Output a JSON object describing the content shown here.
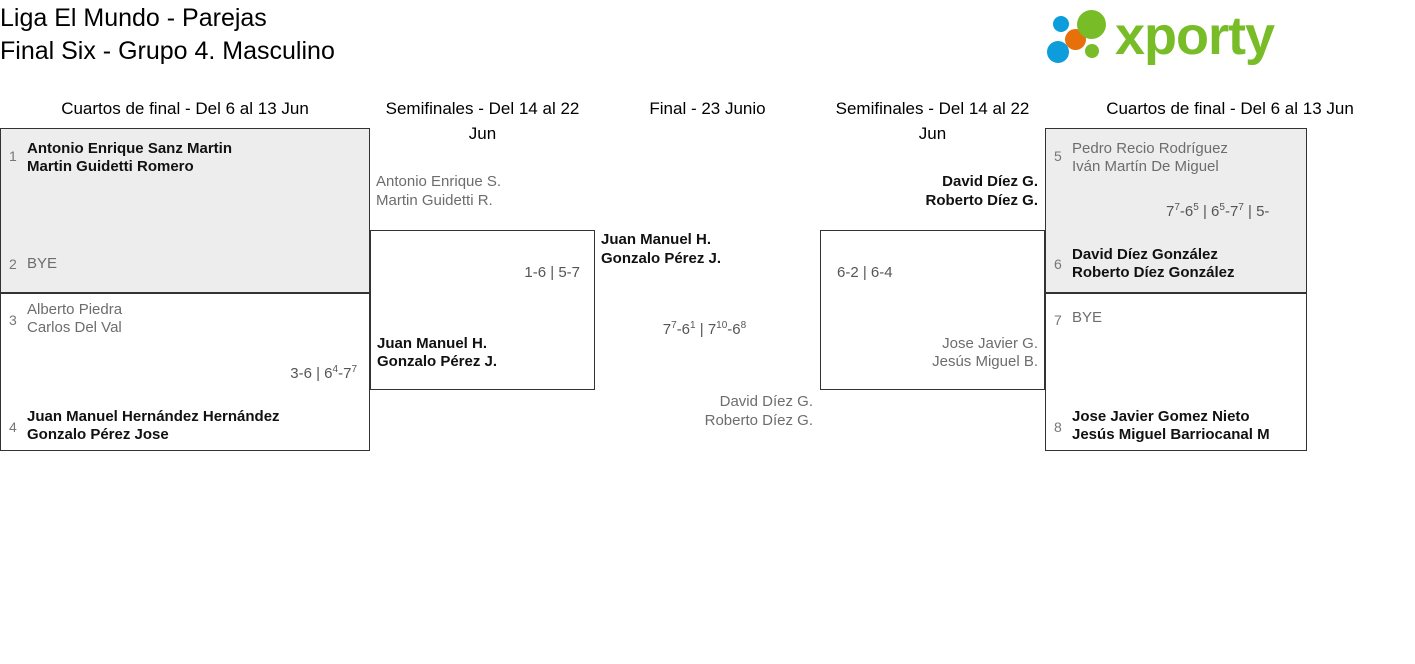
{
  "header": {
    "title_line1": "Liga El Mundo - Parejas",
    "title_line2": "Final Six - Grupo 4. Masculino",
    "logo_word": "xporty",
    "logo_colors": {
      "green": "#78bc28",
      "blue": "#0d9ddb",
      "orange": "#e8700a"
    }
  },
  "rounds": [
    {
      "id": "qf-left",
      "label": "Cuartos de final - Del 6 al 13 Jun"
    },
    {
      "id": "sf-left",
      "label": "Semifinales - Del 14 al 22 Jun"
    },
    {
      "id": "final",
      "label": "Final - 23 Junio"
    },
    {
      "id": "sf-right",
      "label": "Semifinales - Del 14 al 22 Jun"
    },
    {
      "id": "qf-right",
      "label": "Cuartos de final - Del 6 al 13 Jun"
    }
  ],
  "matches": {
    "qf1": {
      "seed_top": "1",
      "top_p1": "Antonio Enrique Sanz Martin",
      "top_p2": "Martin Guidetti Romero",
      "seed_bottom": "2",
      "bottom_p1": "BYE",
      "score": ""
    },
    "qf2": {
      "seed_top": "3",
      "top_p1": "Alberto Piedra",
      "top_p2": "Carlos Del Val",
      "seed_bottom": "4",
      "bottom_p1": "Juan Manuel Hernández Hernández",
      "bottom_p2": "Gonzalo Pérez Jose",
      "score_html": "3-6 | 6<sup>4</sup>-7<sup>7</sup>",
      "score_text": "3-6 | 6(4)-7(7)"
    },
    "sf1": {
      "top_p1": "Antonio Enrique S.",
      "top_p2": "Martin Guidetti R.",
      "bottom_p1": "Juan Manuel H.",
      "bottom_p2": "Gonzalo Pérez J.",
      "score_html": "1-6 | 5-7",
      "score_text": "1-6 | 5-7"
    },
    "final": {
      "top_p1": "Juan Manuel H.",
      "top_p2": "Gonzalo Pérez J.",
      "bottom_p1": "David Díez G.",
      "bottom_p2": "Roberto Díez G.",
      "score_html": "7<sup>7</sup>-6<sup>1</sup> | 7<sup>10</sup>-6<sup>8</sup>",
      "score_text": "7(7)-6(1) | 7(10)-6(8)"
    },
    "sf2": {
      "top_p1": "David Díez G.",
      "top_p2": "Roberto Díez G.",
      "bottom_p1": "Jose Javier G.",
      "bottom_p2": "Jesús Miguel B.",
      "score_html": "6-2 | 6-4",
      "score_text": "6-2 | 6-4"
    },
    "qf3": {
      "seed_top": "5",
      "top_p1": "Pedro Recio Rodríguez",
      "top_p2": "Iván Martín De Miguel",
      "seed_bottom": "6",
      "bottom_p1": "David Díez González",
      "bottom_p2": "Roberto Díez González",
      "score_html": "7<sup>7</sup>-6<sup>5</sup> | 6<sup>5</sup>-7<sup>7</sup> | 5-",
      "score_text": "7(7)-6(5) | 6(5)-7(7) | 5-"
    },
    "qf4": {
      "seed_top": "7",
      "top_p1": "BYE",
      "seed_bottom": "8",
      "bottom_p1": "Jose Javier Gomez Nieto",
      "bottom_p2": "Jesús Miguel Barriocanal M",
      "score": ""
    }
  }
}
